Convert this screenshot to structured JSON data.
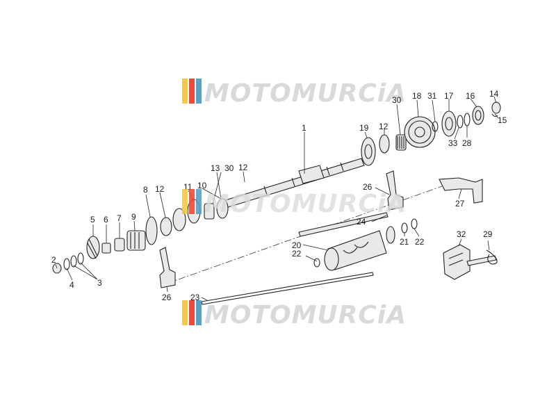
{
  "watermark": {
    "text": "MOTOMURCiA",
    "stripe_colors": [
      "#f2c94c",
      "#e84c3d",
      "#5aa0c8"
    ],
    "text_color": "#d9d9d9"
  },
  "callouts": [
    {
      "id": "c1",
      "label": "1"
    },
    {
      "id": "c2",
      "label": "2"
    },
    {
      "id": "c3",
      "label": "3"
    },
    {
      "id": "c4",
      "label": "4"
    },
    {
      "id": "c5",
      "label": "5"
    },
    {
      "id": "c6",
      "label": "6"
    },
    {
      "id": "c7",
      "label": "7"
    },
    {
      "id": "c8",
      "label": "8"
    },
    {
      "id": "c9",
      "label": "9"
    },
    {
      "id": "c10",
      "label": "10"
    },
    {
      "id": "c11",
      "label": "11"
    },
    {
      "id": "c12a",
      "label": "12"
    },
    {
      "id": "c12b",
      "label": "12"
    },
    {
      "id": "c12c",
      "label": "12"
    },
    {
      "id": "c13",
      "label": "13"
    },
    {
      "id": "c14",
      "label": "14"
    },
    {
      "id": "c15",
      "label": "15"
    },
    {
      "id": "c16",
      "label": "16"
    },
    {
      "id": "c17",
      "label": "17"
    },
    {
      "id": "c18",
      "label": "18"
    },
    {
      "id": "c19",
      "label": "19"
    },
    {
      "id": "c20",
      "label": "20"
    },
    {
      "id": "c21",
      "label": "21"
    },
    {
      "id": "c22a",
      "label": "22"
    },
    {
      "id": "c22b",
      "label": "22"
    },
    {
      "id": "c23",
      "label": "23"
    },
    {
      "id": "c24",
      "label": "24"
    },
    {
      "id": "c26a",
      "label": "26"
    },
    {
      "id": "c26b",
      "label": "26"
    },
    {
      "id": "c27",
      "label": "27"
    },
    {
      "id": "c28",
      "label": "28"
    },
    {
      "id": "c29",
      "label": "29"
    },
    {
      "id": "c30a",
      "label": "30"
    },
    {
      "id": "c30b",
      "label": "30"
    },
    {
      "id": "c31",
      "label": "31"
    },
    {
      "id": "c32",
      "label": "32"
    },
    {
      "id": "c33",
      "label": "33"
    }
  ]
}
